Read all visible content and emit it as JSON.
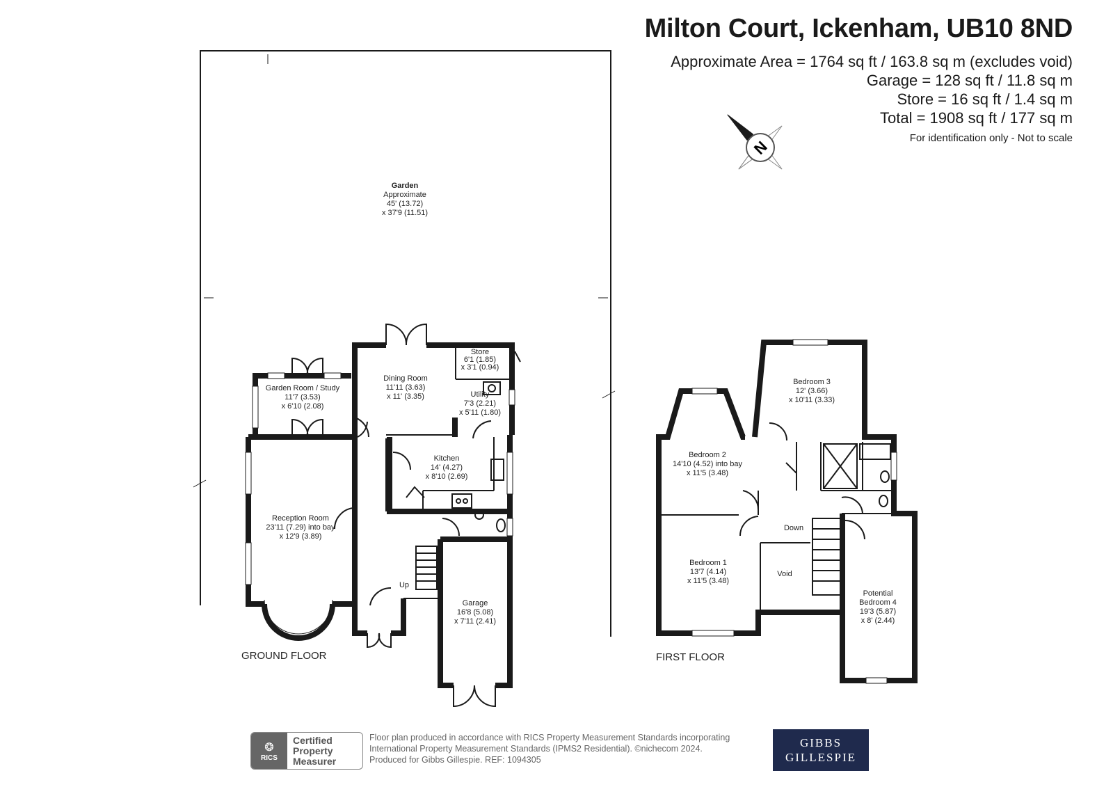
{
  "header": {
    "title": "Milton Court, Ickenham, UB10 8ND",
    "area_lines": [
      "Approximate Area = 1764 sq ft / 163.8 sq m (excludes void)",
      "Garage = 128 sq ft / 11.8 sq m",
      "Store = 16 sq ft / 1.4 sq m",
      "Total = 1908 sq ft / 177 sq m"
    ],
    "note": "For identification only - Not to scale"
  },
  "compass": {
    "label": "N"
  },
  "ground_floor": {
    "label": "GROUND FLOOR",
    "garden": [
      "Garden",
      "Approximate",
      "45' (13.72)",
      "x 37'9 (11.51)"
    ],
    "store": [
      "Store",
      "6'1 (1.85)",
      "x 3'1 (0.94)"
    ],
    "dining_room": [
      "Dining Room",
      "11'11 (3.63)",
      "x 11' (3.35)"
    ],
    "garden_room": [
      "Garden Room / Study",
      "11'7 (3.53)",
      "x 6'10 (2.08)"
    ],
    "utility": [
      "Utility",
      "7'3 (2.21)",
      "x 5'11 (1.80)"
    ],
    "kitchen": [
      "Kitchen",
      "14' (4.27)",
      "x 8'10 (2.69)"
    ],
    "reception_room": [
      "Reception Room",
      "23'11 (7.29) into bay",
      "x 12'9 (3.89)"
    ],
    "garage": [
      "Garage",
      "16'8 (5.08)",
      "x 7'11 (2.41)"
    ],
    "stairs_label": "Up"
  },
  "first_floor": {
    "label": "FIRST FLOOR",
    "bedroom_3": [
      "Bedroom 3",
      "12' (3.66)",
      "x 10'11 (3.33)"
    ],
    "bedroom_2": [
      "Bedroom 2",
      "14'10 (4.52) into bay",
      "x 11'5 (3.48)"
    ],
    "bedroom_1": [
      "Bedroom 1",
      "13'7 (4.14)",
      "x 11'5 (3.48)"
    ],
    "void": "Void",
    "bedroom_4": [
      "Potential",
      "Bedroom 4",
      "19'3 (5.87)",
      "x 8' (2.44)"
    ],
    "stairs_label": "Down"
  },
  "footer": {
    "rics": [
      "RICS"
    ],
    "certified": [
      "Certified",
      "Property",
      "Measurer"
    ],
    "text_lines": [
      "Floor plan produced in accordance with RICS Property Measurement Standards incorporating",
      "International Property Measurement Standards (IPMS2 Residential).  ©nichecom 2024.",
      "Produced for Gibbs Gillespie.   REF:  1094305"
    ],
    "logo": [
      "GIBBS",
      "GILLESPIE"
    ]
  }
}
